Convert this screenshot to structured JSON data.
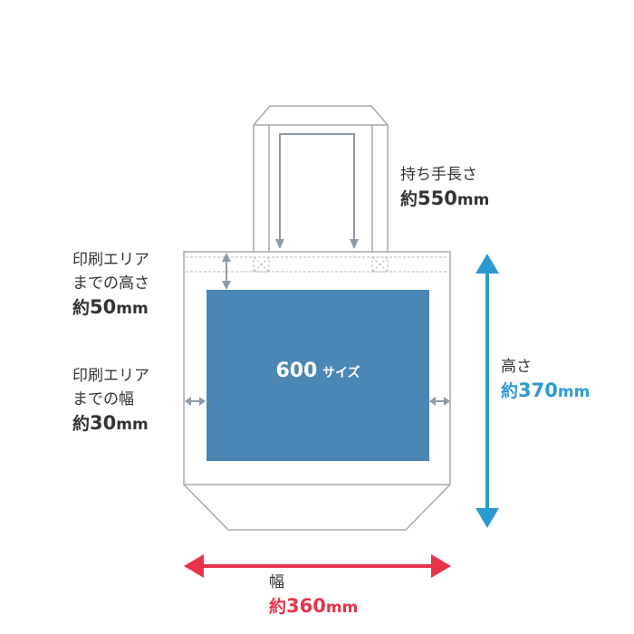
{
  "handle_label": {
    "line1": "持ち手長さ",
    "approx": "約",
    "value": "550",
    "unit": "mm"
  },
  "top_margin_label": {
    "line1": "印刷エリア",
    "line2": "までの高さ",
    "approx": "約",
    "value": "50",
    "unit": "mm"
  },
  "side_margin_label": {
    "line1": "印刷エリア",
    "line2": "までの幅",
    "approx": "約",
    "value": "30",
    "unit": "mm"
  },
  "height_label": {
    "line1": "高さ",
    "approx": "約",
    "value": "370",
    "unit": "mm"
  },
  "width_label": {
    "line1": "幅",
    "approx": "約",
    "value": "360",
    "unit": "mm"
  },
  "print_area": {
    "size_number": "600",
    "size_suffix": "サイズ"
  },
  "colors": {
    "outline": "#a8a8a8",
    "gray_arrow": "#8e9aa6",
    "print_area": "#4a87b4",
    "height_arrow": "#2a9bd0",
    "width_arrow": "#e8334a",
    "text": "#333333"
  }
}
